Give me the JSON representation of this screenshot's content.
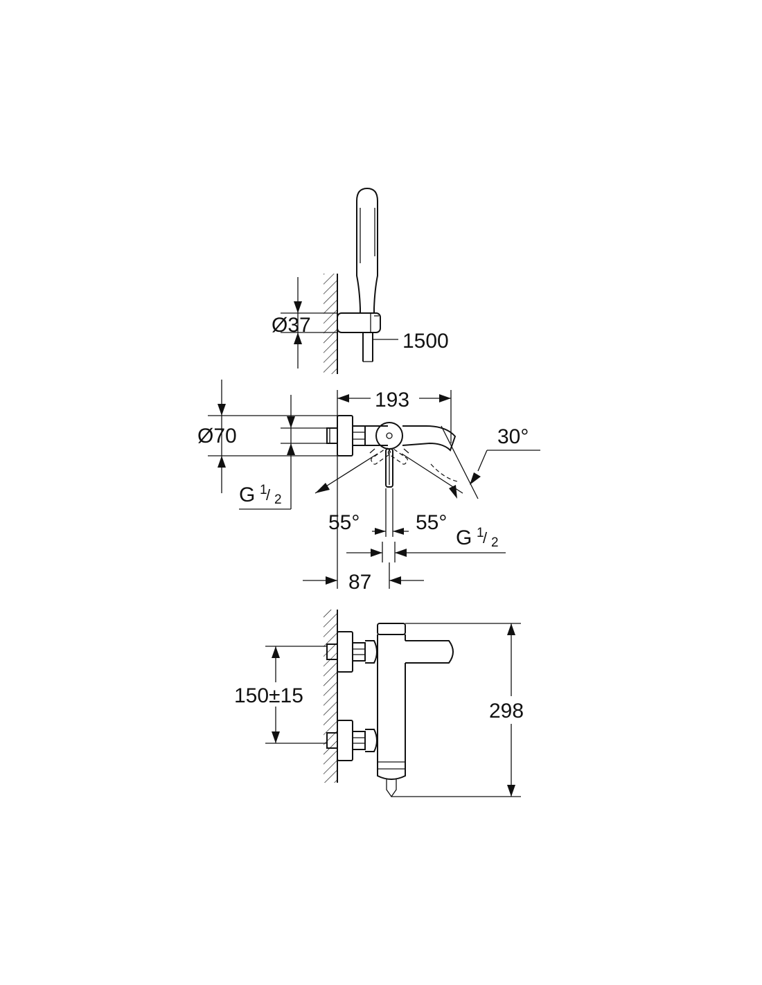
{
  "dimensions": {
    "hand_shower_holder_diameter": "Ø37",
    "hose_length": "1500",
    "total_depth": "193",
    "wall_flange_diameter": "Ø70",
    "spout_angle": "30°",
    "lever_angle_left": "55°",
    "lever_angle_right": "55°",
    "connection_thread_top": {
      "prefix": "G",
      "num": "1",
      "den": "2"
    },
    "connection_thread_bottom": {
      "prefix": "G",
      "num": "1",
      "den": "2"
    },
    "wall_to_body_center": "87",
    "inlet_center_distance": "150±15",
    "total_height": "298"
  }
}
